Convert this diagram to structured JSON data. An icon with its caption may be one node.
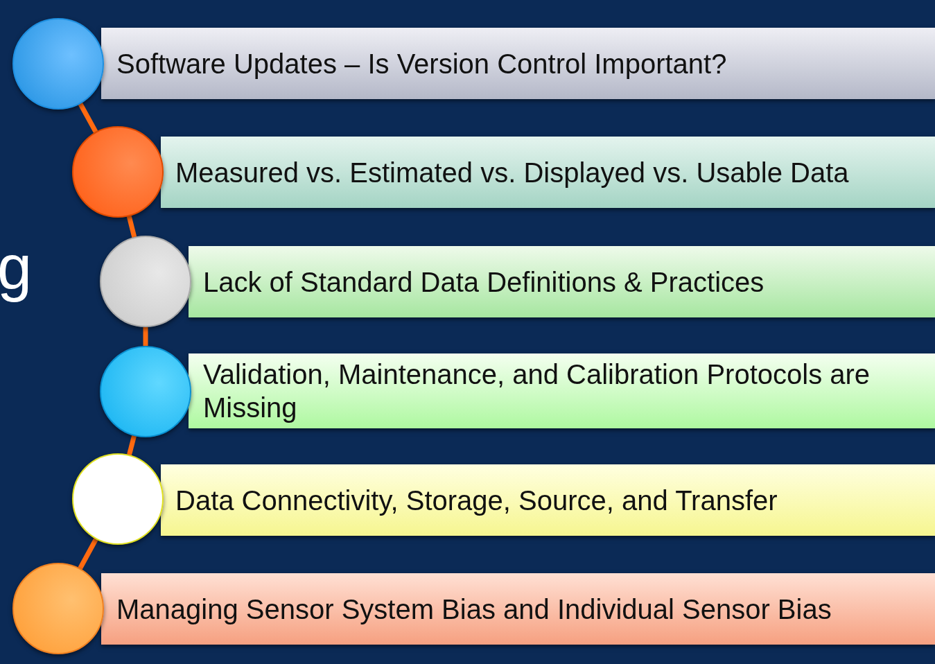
{
  "diagram": {
    "nodes": [
      {
        "text": [],
        "shape": "circle"
      },
      {
        "text": [
          "Software Updates – Is Version Control Important?"
        ]
      },
      {
        "text": [],
        "shape": "circle"
      },
      {
        "text": [
          "Measured vs. Estimated vs. Displayed vs. Usable Data"
        ]
      },
      {
        "text": [],
        "shape": "circle"
      },
      {
        "text": [
          "Lack of Standard Data Definitions & Practices"
        ]
      },
      {
        "text": [],
        "shape": "circle"
      },
      {
        "text": [
          "Validation, Maintenance, and Calibration Protocols are Missing"
        ]
      },
      {
        "text": [],
        "shape": "circle"
      },
      {
        "text": [
          "Data Connectivity, Storage, Source, and Transfer"
        ]
      },
      {
        "text": [],
        "shape": "circle"
      },
      {
        "text": [
          "Managing Sensor System Bias and Individual Sensor Bias"
        ]
      }
    ],
    "edges": [
      {
        "from": 0,
        "to": 2,
        "arrow": "none"
      },
      {
        "from": 2,
        "to": 4,
        "arrow": "none"
      },
      {
        "from": 4,
        "to": 6,
        "arrow": "none"
      },
      {
        "from": 6,
        "to": 8,
        "arrow": "none"
      },
      {
        "from": 8,
        "to": 10,
        "arrow": "none"
      }
    ],
    "labels": [
      "g"
    ]
  }
}
